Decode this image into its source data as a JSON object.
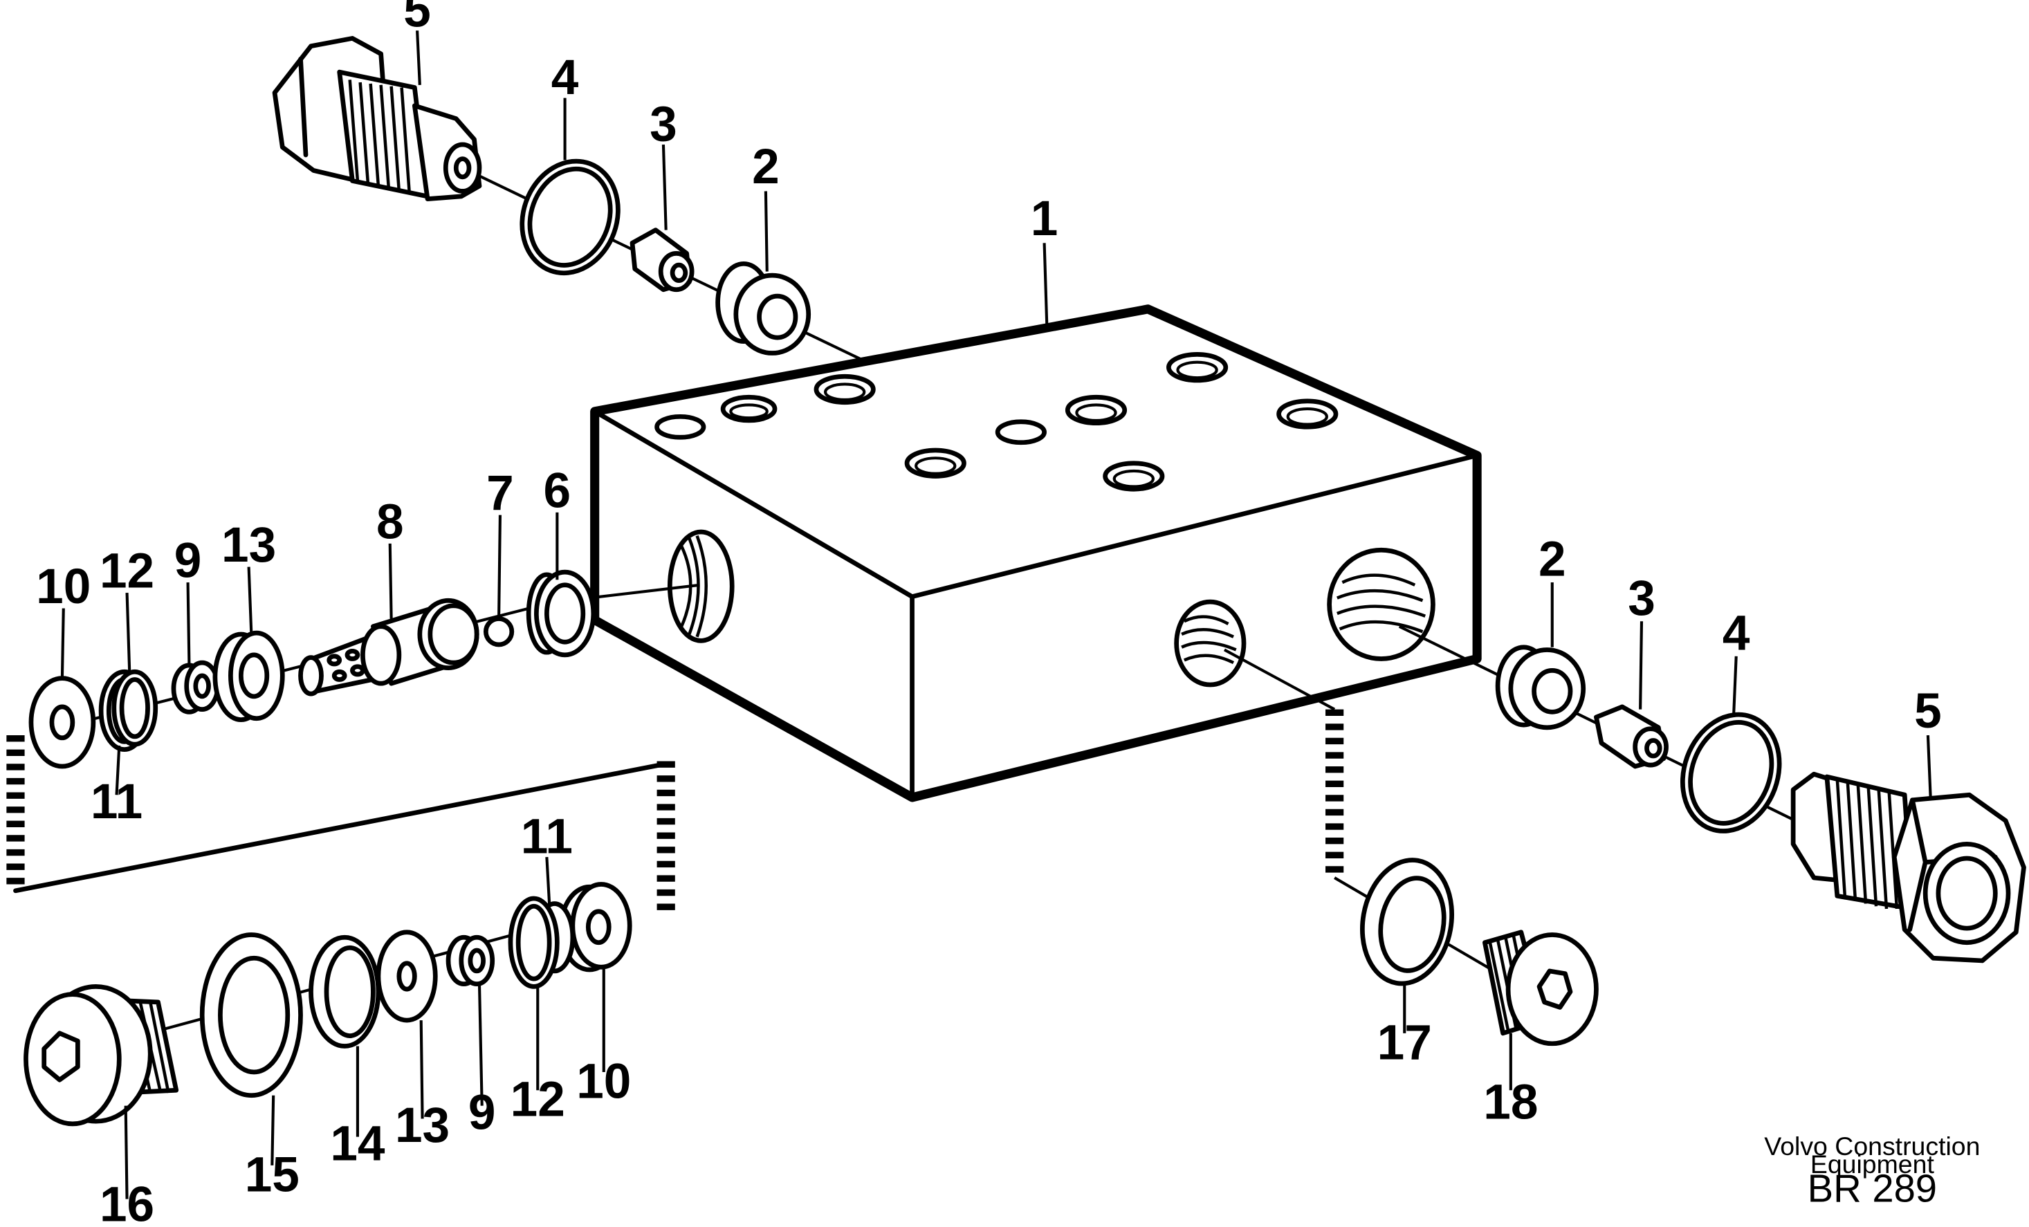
{
  "callouts": [
    "1",
    "2",
    "3",
    "4",
    "5",
    "6",
    "7",
    "8",
    "9",
    "10",
    "11",
    "12",
    "13",
    "14",
    "15",
    "16",
    "17",
    "18"
  ],
  "labels": {
    "l1": "1",
    "l2a": "2",
    "l3a": "3",
    "l4a": "4",
    "l5a": "5",
    "l2b": "2",
    "l3b": "3",
    "l4b": "4",
    "l5b": "5",
    "l6": "6",
    "l7": "7",
    "l8": "8",
    "l13a": "13",
    "l9a": "9",
    "l12a": "12",
    "l10a": "10",
    "l11a": "11",
    "l11b": "11",
    "l10b": "10",
    "l12b": "12",
    "l9b": "9",
    "l13b": "13",
    "l14": "14",
    "l15": "15",
    "l16": "16",
    "l17": "17",
    "l18": "18"
  },
  "credit": {
    "line1": "Volvo Construction",
    "line2": "Equipment",
    "code": "BR 289"
  }
}
